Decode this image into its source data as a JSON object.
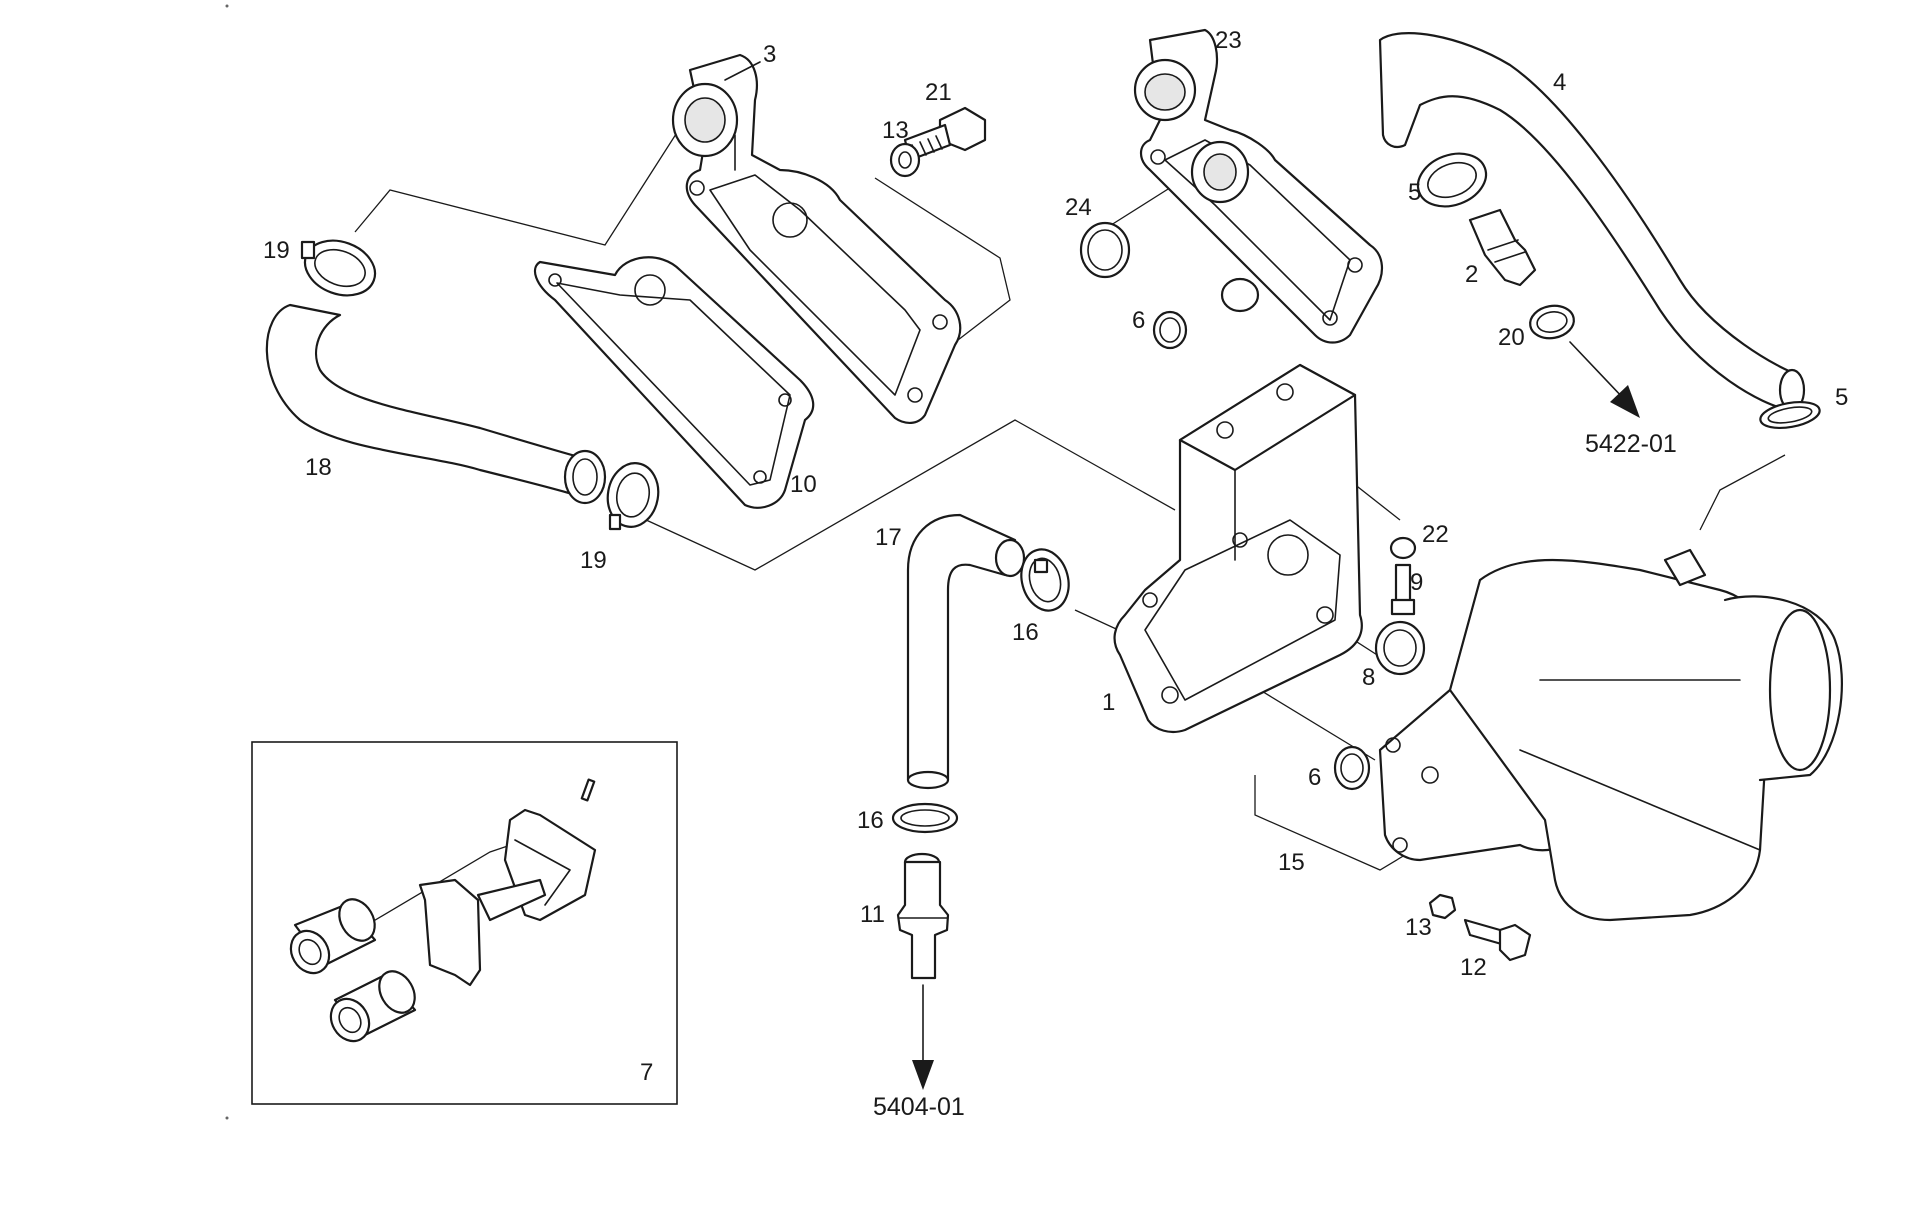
{
  "callouts": {
    "c1": "1",
    "c2": "2",
    "c3": "3",
    "c4": "4",
    "c5a": "5",
    "c5b": "5",
    "c6a": "6",
    "c6b": "6",
    "c7": "7",
    "c8": "8",
    "c9": "9",
    "c10": "10",
    "c11": "11",
    "c12": "12",
    "c13a": "13",
    "c13b": "13",
    "c15": "15",
    "c16a": "16",
    "c16b": "16",
    "c17": "17",
    "c18": "18",
    "c19a": "19",
    "c19b": "19",
    "c20": "20",
    "c21": "21",
    "c22": "22",
    "c23": "23",
    "c24": "24"
  },
  "references": {
    "ref_top": "5422-01",
    "ref_bottom": "5404-01"
  }
}
